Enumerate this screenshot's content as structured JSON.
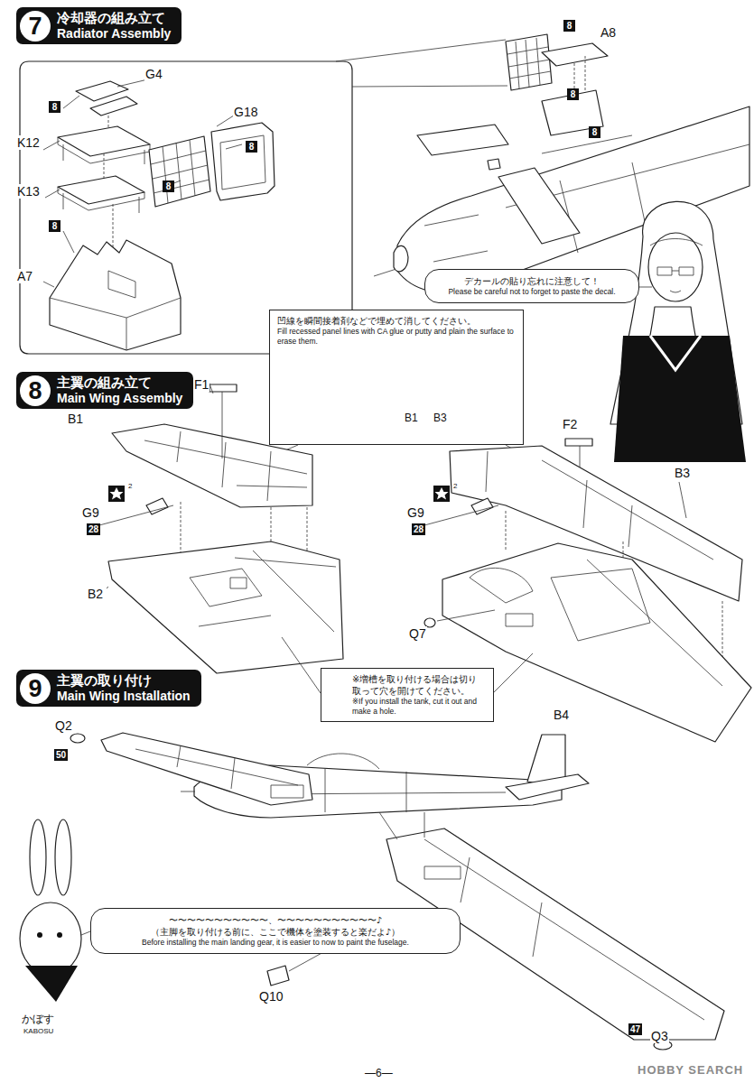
{
  "diagram": {
    "nodes": [
      {
        "text": [
          "7",
          "冷却器の組み立て",
          "Radiator Assembly"
        ]
      },
      {
        "text": [
          "デカールの貼り忘れに注意して！",
          "Please be careful not to forget to paste the decal."
        ]
      },
      {
        "text": [
          "凹線を瞬間接着剤などで埋めて消してください。",
          "Fill recessed panel lines with CA glue or putty and plain the surface to erase them."
        ]
      },
      {
        "text": [
          "8",
          "主翼の組み立て",
          "Main Wing Assembly"
        ]
      },
      {
        "text": [
          "※増槽を取り付ける場合は切り取って穴を開けてください。",
          "※If you install the tank, cut it out and make a hole."
        ]
      },
      {
        "text": [
          "9",
          "主翼の取り付け",
          "Main Wing Installation"
        ]
      },
      {
        "text": [
          "〜〜〜〜〜〜〜〜〜〜〜、〜〜〜〜〜〜〜〜〜〜〜♪",
          "（主脚を取り付ける前に、ここで機体を塗装すると楽だよ♪）",
          "Before installing the main landing gear, it is easier to now to paint the fuselage."
        ]
      }
    ],
    "labels": [
      "8",
      "A8",
      "8",
      "8",
      "G4",
      "8",
      "K12",
      "G18",
      "8",
      "8",
      "K13",
      "8",
      "A7",
      "B1",
      "B3",
      "F1",
      "B1",
      "2",
      "G9",
      "28",
      "B2",
      "F2",
      "B3",
      "2",
      "G9",
      "28",
      "Q7",
      "B4",
      "Q2",
      "50",
      "Q10",
      "47",
      "Q3",
      "かぼす",
      "KABOSU",
      "—6—",
      "HOBBY SEARCH"
    ]
  }
}
